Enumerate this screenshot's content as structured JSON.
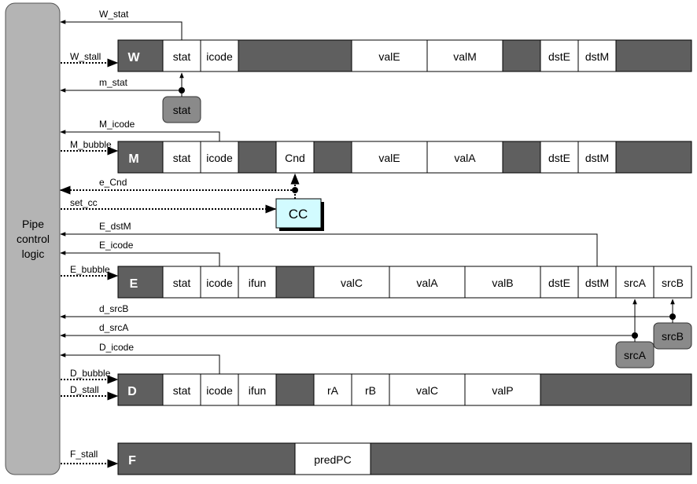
{
  "control": {
    "lines": [
      "Pipe",
      "control",
      "logic"
    ]
  },
  "registers": {
    "W": {
      "name": "W",
      "fields": [
        "stat",
        "icode",
        "",
        "valE",
        "valM",
        "",
        "dstE",
        "dstM",
        ""
      ]
    },
    "M": {
      "name": "M",
      "fields": [
        "stat",
        "icode",
        "",
        "Cnd",
        "valE",
        "valA",
        "",
        "dstE",
        "dstM",
        ""
      ]
    },
    "E": {
      "name": "E",
      "fields": [
        "stat",
        "icode",
        "ifun",
        "",
        "valC",
        "valA",
        "valB",
        "dstE",
        "dstM",
        "srcA",
        "srcB"
      ]
    },
    "D": {
      "name": "D",
      "fields": [
        "stat",
        "icode",
        "ifun",
        "",
        "rA",
        "rB",
        "valC",
        "valP",
        ""
      ]
    },
    "F": {
      "name": "F",
      "fields": [
        "",
        "predPC",
        ""
      ]
    }
  },
  "units": {
    "stat": "stat",
    "cc": "CC",
    "srcA": "srcA",
    "srcB": "srcB"
  },
  "signals": {
    "W_stat": "W_stat",
    "W_stall": "W_stall",
    "m_stat": "m_stat",
    "M_icode": "M_icode",
    "M_bubble": "M_bubble",
    "e_Cnd": "e_Cnd",
    "set_cc": "set_cc",
    "E_dstM": "E_dstM",
    "E_icode": "E_icode",
    "E_bubble": "E_bubble",
    "d_srcB": "d_srcB",
    "d_srcA": "d_srcA",
    "D_icode": "D_icode",
    "D_bubble": "D_bubble",
    "D_stall": "D_stall",
    "F_stall": "F_stall"
  },
  "colors": {
    "dark": "#5f5f5f",
    "block": "#8a8a8a",
    "cc": "#d2fbff",
    "line": "#000000"
  }
}
